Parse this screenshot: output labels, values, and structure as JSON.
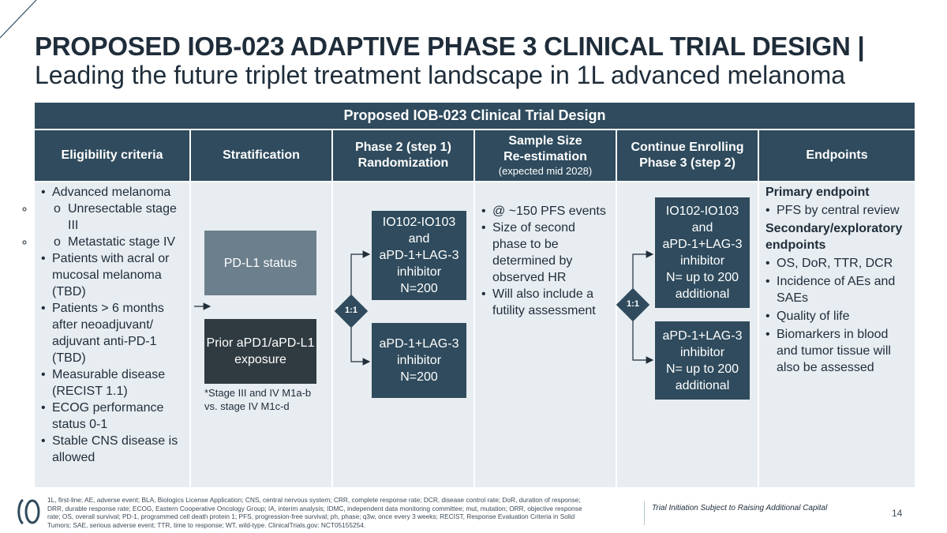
{
  "title": "PROPOSED IOB-023 ADAPTIVE PHASE 3 CLINICAL TRIAL DESIGN |",
  "subtitle": "Leading the future triplet treatment landscape in 1L advanced melanoma",
  "table_title": "Proposed IOB-023 Clinical Trial Design",
  "headers": {
    "eligibility": "Eligibility criteria",
    "stratification": "Stratification",
    "phase2_line1": "Phase 2 (step 1)",
    "phase2_line2": "Randomization",
    "sample_line1": "Sample Size",
    "sample_line2": "Re-estimation",
    "sample_note": "(expected mid 2028)",
    "phase3_line1": "Continue Enrolling",
    "phase3_line2": "Phase 3 (step 2)",
    "endpoints": "Endpoints"
  },
  "eligibility": {
    "advanced": "Advanced melanoma",
    "unresectable": "Unresectable stage III",
    "metastatic": "Metastatic stage IV",
    "acral": "Patients with acral or mucosal melanoma (TBD)",
    "months": "Patients > 6 months after neoadjuvant/ adjuvant anti-PD-1 (TBD)",
    "measurable": "Measurable disease (RECIST 1.1)",
    "ecog": "ECOG performance status 0-1",
    "cns": "Stable CNS disease is allowed"
  },
  "stratification": {
    "pdl1": "PD-L1 status",
    "prior": "Prior aPD1/aPD-L1 exposure",
    "stage_note": "*Stage III and IV M1a-b vs. stage IV M1c-d"
  },
  "phase2": {
    "randomization_ratio": "1:1",
    "arm1_l1": "IO102-IO103",
    "arm1_l2": "and",
    "arm1_l3": "aPD-1+LAG-3",
    "arm1_l4": "inhibitor",
    "arm1_l5": "N=200",
    "arm2_l1": "aPD-1+LAG-3",
    "arm2_l2": "inhibitor",
    "arm2_l3": "N=200"
  },
  "sample_size": {
    "b1": "@ ~150 PFS events",
    "b2": "Size of second phase to be determined by observed HR",
    "b3": "Will also include a futility assessment"
  },
  "phase3": {
    "randomization_ratio": "1:1",
    "arm1_l1": "IO102-IO103",
    "arm1_l2": "and",
    "arm1_l3": "aPD-1+LAG-3",
    "arm1_l4": "inhibitor",
    "arm1_l5": "N= up to 200",
    "arm1_l6": "additional",
    "arm2_l1": "aPD-1+LAG-3",
    "arm2_l2": "inhibitor",
    "arm2_l3": "N= up to 200",
    "arm2_l4": "additional"
  },
  "endpoints": {
    "primary_heading": "Primary endpoint",
    "primary_1": "PFS by central review",
    "secondary_heading": "Secondary/exploratory endpoints",
    "sec_1": "OS, DoR, TTR, DCR",
    "sec_2": "Incidence of AEs and SAEs",
    "sec_3": "Quality of life",
    "sec_4": "Biomarkers in blood and tumor tissue  will also be assessed"
  },
  "footnote": "1L, first-line; AE, adverse event; BLA, Biologics License Application; CNS, central nervous system; CRR, complete response rate; DCR, disease control rate; DoR, duration of response; DRR, durable response rate; ECOG, Eastern Cooperative Oncology Group; IA, interim analysis; IDMC, independent data monitoring committee; mut, mutation; ORR, objective response rate; OS, overall survival; PD-1, programmed cell death protein 1; PFS, progression-free survival; ph, phase; q3w, once every 3 weeks; RECIST, Response Evaluation Criteria in Solid Tumors; SAE, serious adverse event; TTR, time to response; WT, wild-type. ClinicalTrials.gov: NCT05155254.",
  "trial_note": "Trial Initiation Subject to Raising Additional Capital",
  "page_number": "14",
  "colors": {
    "header": "#2f4b5d",
    "cell_bg": "#e8edf1",
    "pdl1_box": "#6b7f8c",
    "prior_box": "#2f3b41"
  },
  "icons": [
    "company-logo-icon",
    "ratio-diamond-icon",
    "arrow-right-icon"
  ]
}
